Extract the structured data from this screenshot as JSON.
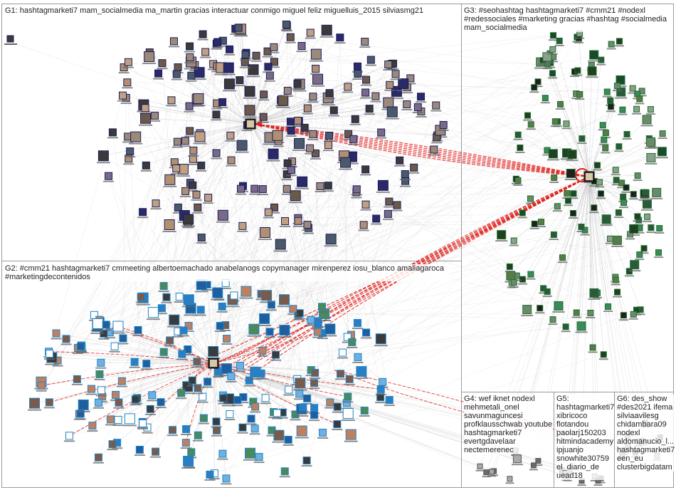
{
  "colors": {
    "edge": "#b4b4b4",
    "highlight_edge": "#e0201c",
    "panel_border": "#9a9a9a",
    "text": "#222222"
  },
  "groups": [
    {
      "id": "G1",
      "label_lines": [
        "G1: hashtagmarketi7 mam_socialmedia ma_martin gracias interactuar conmigo miguel feliz miguelluis_2015 silviasmg21"
      ],
      "node_style": "photo-avatar"
    },
    {
      "id": "G2",
      "label_lines": [
        "G2: #cmm21 hashtagmarketi7 cmmeeting albertoemachado anabelanogs copymanager mirenperez iosu_blanco amaliagaroca",
        "#marketingdecontenidos"
      ],
      "node_style": "blue-framed-avatar"
    },
    {
      "id": "G3",
      "label_lines": [
        "G3: #seohashtag hashtagmarketi7 #cmm21 #nodexl",
        "#redessociales #marketing gracias #hashtag #socialmedia",
        "mam_socialmedia"
      ],
      "node_style": "green-framed-avatar"
    },
    {
      "id": "G4",
      "label_lines": [
        "G4: wef iknet nodexl",
        "mehmetali_onel",
        "savunmaguncesi",
        "profklausschwab youtube",
        "hashtagmarketi7",
        "evertgdavelaar",
        "nectemerenec"
      ],
      "node_style": "small-avatar"
    },
    {
      "id": "G5",
      "label_lines": [
        "G5:",
        "hashtagmarketi7",
        "xibricoco",
        "flotandou",
        "paolarj150203",
        "hitmindacademy",
        "ipjuanjo",
        "snowhite30759",
        "el_diario_de",
        "uead18"
      ],
      "node_style": "small-avatar"
    },
    {
      "id": "G6",
      "label_lines": [
        "G6: des_show",
        "#des2021 ifema",
        "silviaavilesg",
        "chidambara09",
        "nodexl",
        "aldomanucio_l...",
        "hashtagmarketi7",
        "een_eu",
        "clusterbigdatam"
      ],
      "node_style": "small-avatar"
    }
  ]
}
